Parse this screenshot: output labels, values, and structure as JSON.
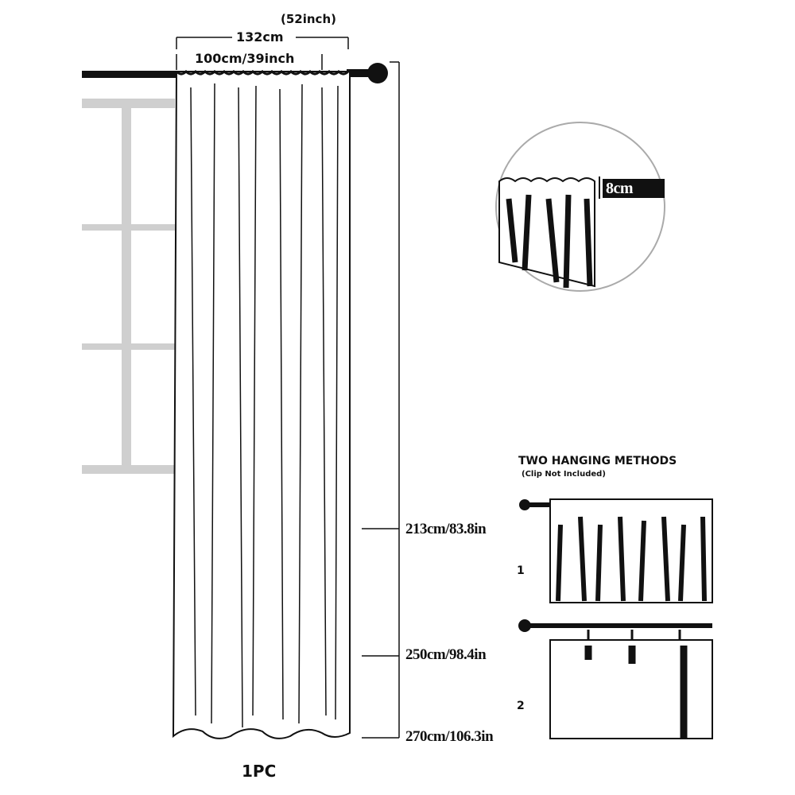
{
  "top_dimensions": {
    "width_inch": "(52inch)",
    "width_cm": "132cm",
    "panel_width": "100cm/39inch"
  },
  "detail": {
    "header_height": "8cm"
  },
  "lengths": [
    "213cm/83.8in",
    "250cm/98.4in",
    "270cm/106.3in"
  ],
  "hanging": {
    "title": "TWO HANGING METHODS",
    "subtitle": "(Clip Not Included)",
    "method_numbers": [
      "1",
      "2"
    ]
  },
  "quantity": "1PC",
  "colors": {
    "line": "#111111",
    "window_frame": "#cccccc"
  }
}
